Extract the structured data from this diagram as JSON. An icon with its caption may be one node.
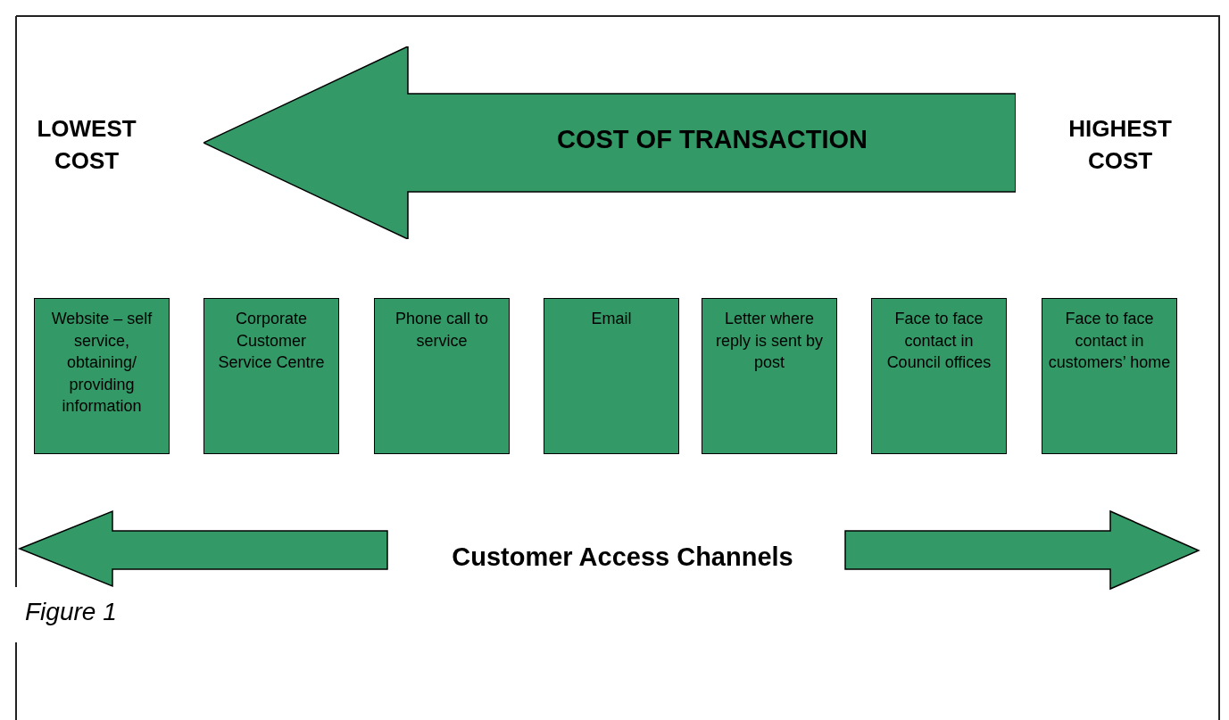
{
  "diagram": {
    "caption": "Figure 1",
    "nodes": [
      {
        "text": [
          "COST OF TRANSACTION"
        ]
      },
      {
        "text": [
          "Website – self service, obtaining/ providing information"
        ]
      },
      {
        "text": [
          "Corporate Customer Service Centre"
        ]
      },
      {
        "text": [
          "Phone call to service"
        ]
      },
      {
        "text": [
          "Email"
        ]
      },
      {
        "text": [
          "Letter where reply is sent by post"
        ]
      },
      {
        "text": [
          "Face to face contact in Council offices"
        ]
      },
      {
        "text": [
          "Face to face contact in customers’ home"
        ]
      }
    ],
    "labels": [
      "LOWEST COST",
      "HIGHEST COST",
      "Customer Access Channels"
    ]
  }
}
